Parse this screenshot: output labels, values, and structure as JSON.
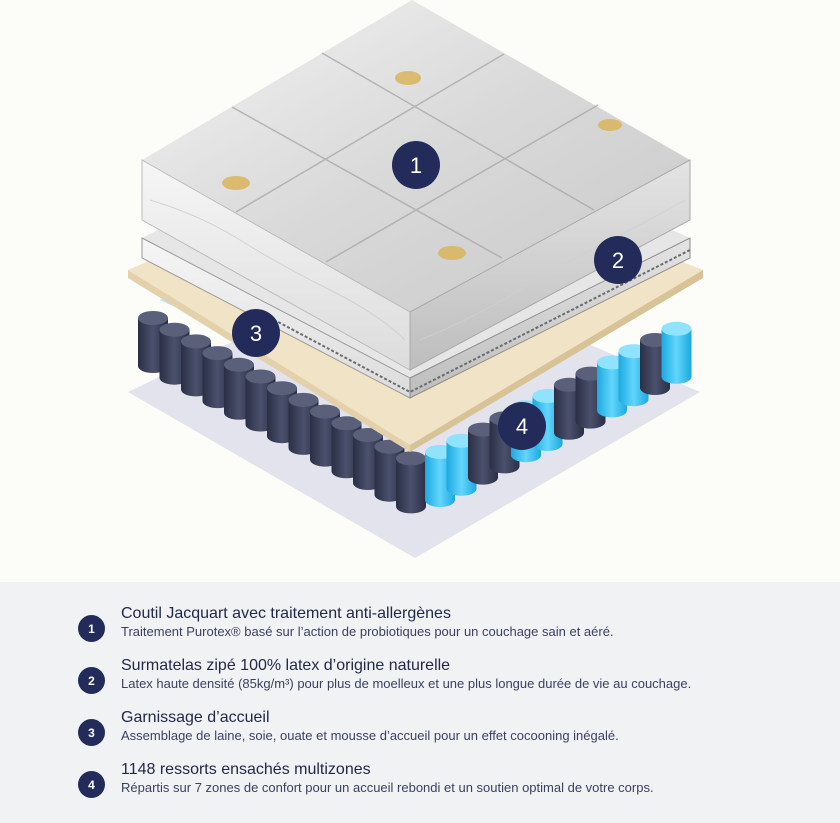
{
  "layers": [
    {
      "number": "1",
      "title": "Coutil Jacquart avec traitement anti-allergènes",
      "description": "Traitement Purotex® basé sur l’action de probiotiques pour un couchage sain et aéré."
    },
    {
      "number": "2",
      "title": "Surmatelas zipé 100% latex d’origine naturelle",
      "description": "Latex haute densité (85kg/m³) pour plus de moelleux et une plus longue durée de vie au couchage."
    },
    {
      "number": "3",
      "title": "Garnissage d’accueil",
      "description": "Assemblage de laine, soie, ouate et mousse d’accueil pour un effet cocooning inégalé."
    },
    {
      "number": "4",
      "title": "1148 ressorts ensachés multizones",
      "description": "Répartis sur 7 zones de confort pour un accueil rebondi et un soutien optimal de votre corps."
    }
  ],
  "colors": {
    "badge": "#232b5a",
    "spring_dark": "#3a3f58",
    "spring_blue": "#33c3f1",
    "latex": "#efe0c2",
    "fabric": "#eeeeee"
  }
}
